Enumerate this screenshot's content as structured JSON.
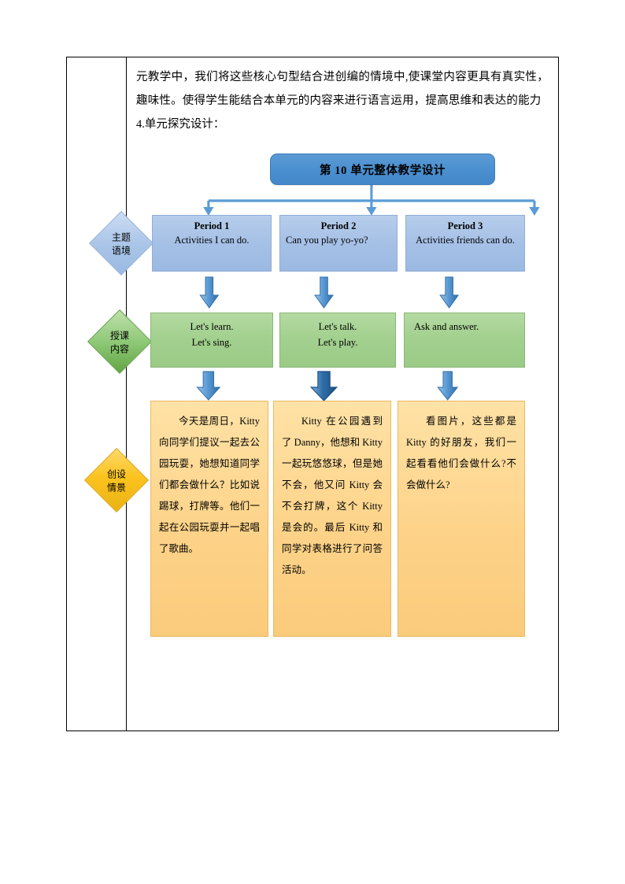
{
  "document": {
    "paragraph": "元教学中，我们将这些核心句型结合进创编的情境中,使课堂内容更具有真实性，趣味性。使得学生能结合本单元的内容来进行语言运用，提高思维和表达的能力",
    "section_heading": "4.单元探究设计："
  },
  "diagram": {
    "title": "第 10 单元整体教学设计",
    "row_labels": [
      {
        "id": "theme",
        "line1": "主题",
        "line2": "语境",
        "color": "#a8c4e7"
      },
      {
        "id": "content",
        "line1": "授课",
        "line2": "内容",
        "color": "#8fc978"
      },
      {
        "id": "scenario",
        "line1": "创设",
        "line2": "情景",
        "color": "#fcc31f"
      }
    ],
    "periods": [
      {
        "heading": "Period 1",
        "body": "Activities  I can do."
      },
      {
        "heading": "Period 2",
        "body": "Can    you    play yo-yo?"
      },
      {
        "heading": "Period 3",
        "body": "Activities  friends can  do."
      }
    ],
    "activities": [
      {
        "line1": "Let's learn.",
        "line2": "Let's sing."
      },
      {
        "line1": "Let's talk.",
        "line2": "Let's play."
      },
      {
        "line1": "Ask and answer.",
        "line2": ""
      }
    ],
    "scenarios": [
      "今天是周日，Kitty 向同学们提议一起去公园玩耍，她想知道同学们都会做什么？比如说踢球，打牌等。他们一起在公园玩耍并一起唱了歌曲。",
      "Kitty 在公园遇到了 Danny，他想和 Kitty 一起玩悠悠球，但是她不会，他又问 Kitty 会不会打牌，这个 Kitty 是会的。最后 Kitty 和同学对表格进行了问答活动。",
      "看图片，这些都是 Kitty 的好朋友，我们一起看看他们会做什么?不会做什么?"
    ],
    "colors": {
      "title_fill": "#4a8fcf",
      "period_fill": "#a6c1e6",
      "activity_fill": "#a3d08f",
      "scenario_fill": "#fdd389",
      "connector": "#5b9bd5"
    }
  }
}
